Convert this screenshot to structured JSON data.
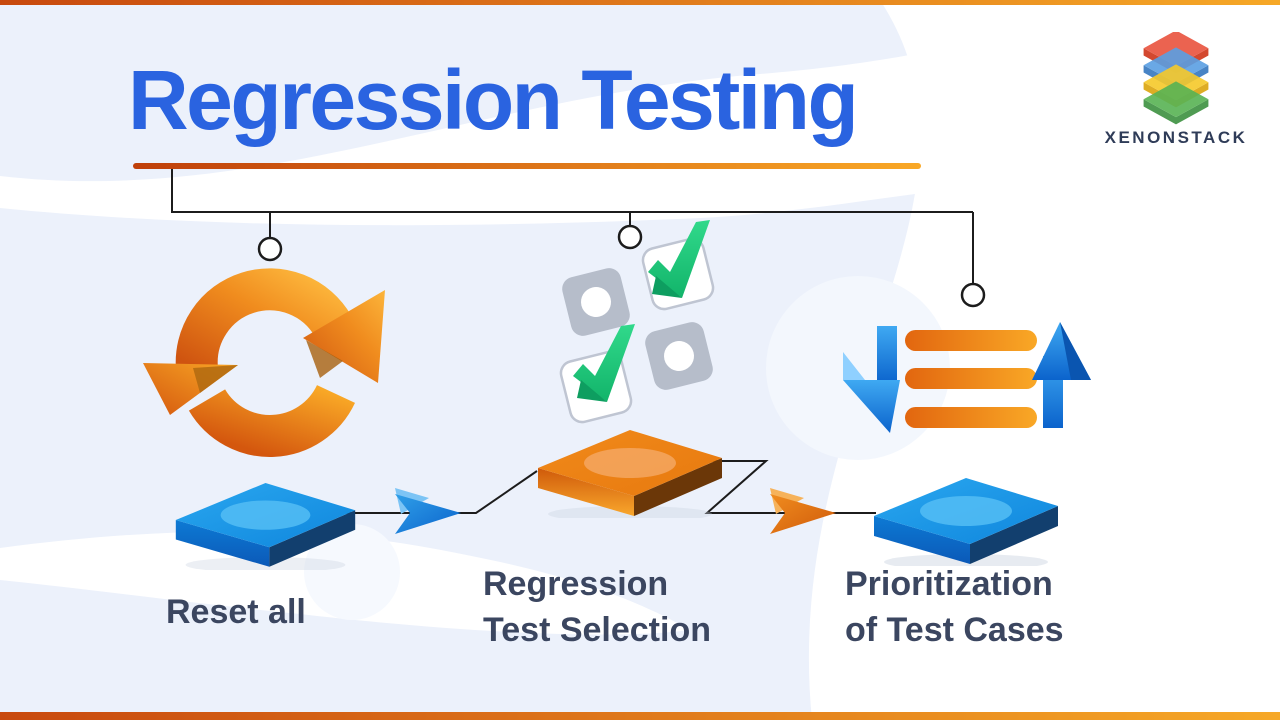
{
  "header": {
    "title": "Regression Testing"
  },
  "logo": {
    "brand_name": "XENONSTACK",
    "icon": "stacked-layers-icon"
  },
  "steps": [
    {
      "id": "reset-all",
      "icon": "refresh-arrows-icon",
      "lines": [
        "Reset all"
      ]
    },
    {
      "id": "regression-test-selection",
      "icon": "checklist-tiles-icon",
      "lines": [
        "Regression",
        "Test Selection"
      ]
    },
    {
      "id": "prioritization-of-test-cases",
      "icon": "sort-arrows-icon",
      "lines": [
        "Prioritization",
        "of Test Cases"
      ]
    }
  ],
  "connectors": {
    "style": "black polyline tree from title underline to three node circles, and zigzag flow lines between platforms",
    "flow_arrows": [
      "blue-chevron-right",
      "orange-chevron-right"
    ]
  },
  "colors": {
    "background_lavender": "#ecf1fb",
    "title_blue": "#2a63e0",
    "underline_dark": "#bf3f0a",
    "underline_amber": "#f9a826",
    "frame_orange_dark": "#c8490e",
    "frame_amber": "#f6a827",
    "label_navy": "#3b4660",
    "logo_navy": "#2f3c58",
    "connector_black": "#1c1c1c",
    "icon_orange_dark": "#d4570e",
    "icon_orange_light": "#f9a826",
    "platform_blue": "#1b9ae6",
    "platform_blue_dark": "#123f6e",
    "platform_orange": "#ef8b1f",
    "platform_orange_dark": "#6b3708",
    "tile_gray": "#b6bdca",
    "check_green": "#1ecb7b",
    "arrow_blue": "#1e88e8",
    "logo_red": "#ea5843",
    "logo_blue": "#5a9fe3",
    "logo_yellow": "#f6c92a",
    "logo_green": "#58b354"
  }
}
